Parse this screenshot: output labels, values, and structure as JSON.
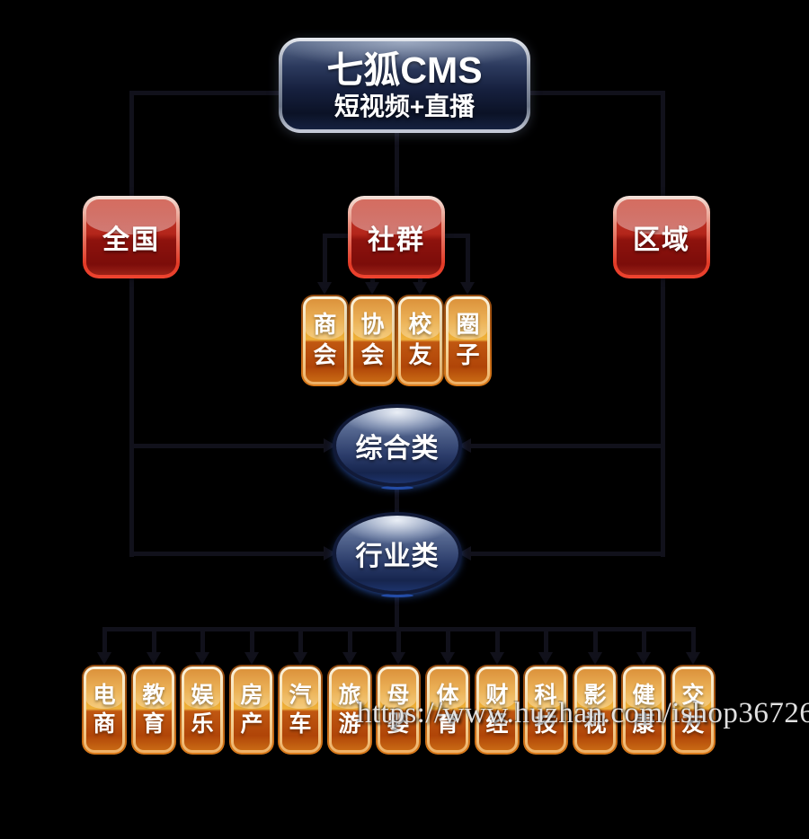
{
  "root": {
    "title": "七狐CMS",
    "subtitle": "短视频+直播"
  },
  "level1": {
    "left": "全国",
    "center": "社群",
    "right": "区域"
  },
  "community_children": [
    "商会",
    "协会",
    "校友",
    "圈子"
  ],
  "categories": {
    "general": "综合类",
    "industry": "行业类"
  },
  "industries": [
    "电商",
    "教育",
    "娱乐",
    "房产",
    "汽车",
    "旅游",
    "母婴",
    "体育",
    "财经",
    "科技",
    "影视",
    "健康",
    "交友"
  ],
  "watermark": "https://www.huzhan.com/ishop36726",
  "colors": {
    "background": "#000000",
    "connector": "#11111b",
    "node_red": "#b3251a",
    "node_orange": "#d97a1a",
    "node_navy": "#16203e",
    "ellipse_blue": "#2b54ad",
    "text": "#ffffff"
  }
}
